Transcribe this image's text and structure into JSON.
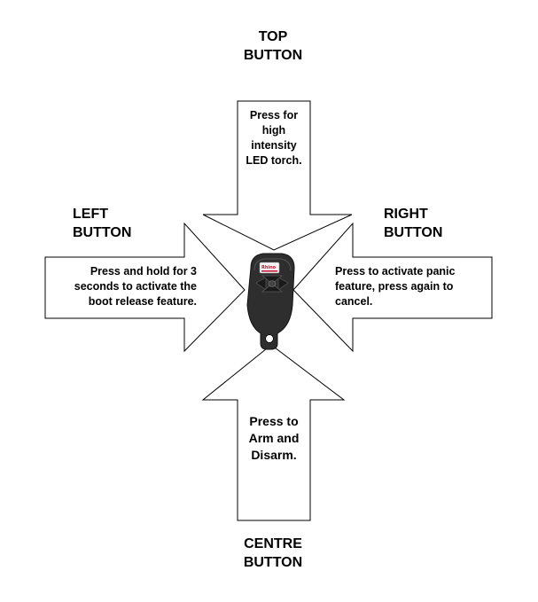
{
  "headings": {
    "top": [
      "TOP",
      "BUTTON"
    ],
    "left": [
      "LEFT",
      "BUTTON"
    ],
    "right": [
      "RIGHT",
      "BUTTON"
    ],
    "centre": [
      "CENTRE",
      "BUTTON"
    ]
  },
  "descriptions": {
    "top": [
      "Press for",
      "high",
      "intensity",
      "LED torch."
    ],
    "left": [
      "Press and hold for 3",
      "seconds to activate the",
      "boot release feature."
    ],
    "right": [
      "Press to activate panic",
      "feature, press again to",
      "cancel."
    ],
    "centre": [
      "Press to",
      "Arm and",
      "Disarm."
    ]
  },
  "remote": {
    "icon": "car-alarm-remote-icon",
    "brand_color": "#c8102e",
    "body_color": "#2e2e2e"
  },
  "colors": {
    "arrow_fill": "#ffffff",
    "arrow_stroke": "#000000",
    "text": "#000000"
  }
}
